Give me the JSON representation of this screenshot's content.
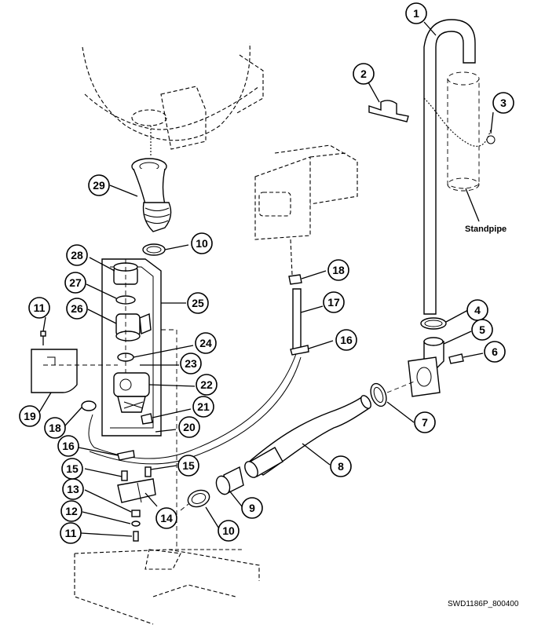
{
  "diagram": {
    "drawing_code": "SWD1186P_800400",
    "standpipe_label": "Standpipe",
    "callouts": [
      {
        "id": "c1",
        "label": "1"
      },
      {
        "id": "c2",
        "label": "2"
      },
      {
        "id": "c3",
        "label": "3"
      },
      {
        "id": "c4",
        "label": "4"
      },
      {
        "id": "c5",
        "label": "5"
      },
      {
        "id": "c6",
        "label": "6"
      },
      {
        "id": "c7",
        "label": "7"
      },
      {
        "id": "c8",
        "label": "8"
      },
      {
        "id": "c9",
        "label": "9"
      },
      {
        "id": "c10a",
        "label": "10"
      },
      {
        "id": "c10b",
        "label": "10"
      },
      {
        "id": "c11a",
        "label": "11"
      },
      {
        "id": "c11b",
        "label": "11"
      },
      {
        "id": "c12",
        "label": "12"
      },
      {
        "id": "c13",
        "label": "13"
      },
      {
        "id": "c14",
        "label": "14"
      },
      {
        "id": "c15a",
        "label": "15"
      },
      {
        "id": "c15b",
        "label": "15"
      },
      {
        "id": "c16a",
        "label": "16"
      },
      {
        "id": "c16b",
        "label": "16"
      },
      {
        "id": "c17",
        "label": "17"
      },
      {
        "id": "c18a",
        "label": "18"
      },
      {
        "id": "c18b",
        "label": "18"
      },
      {
        "id": "c19",
        "label": "19"
      },
      {
        "id": "c20",
        "label": "20"
      },
      {
        "id": "c21",
        "label": "21"
      },
      {
        "id": "c22",
        "label": "22"
      },
      {
        "id": "c23",
        "label": "23"
      },
      {
        "id": "c24",
        "label": "24"
      },
      {
        "id": "c25",
        "label": "25"
      },
      {
        "id": "c26",
        "label": "26"
      },
      {
        "id": "c27",
        "label": "27"
      },
      {
        "id": "c28",
        "label": "28"
      },
      {
        "id": "c29",
        "label": "29"
      }
    ]
  }
}
